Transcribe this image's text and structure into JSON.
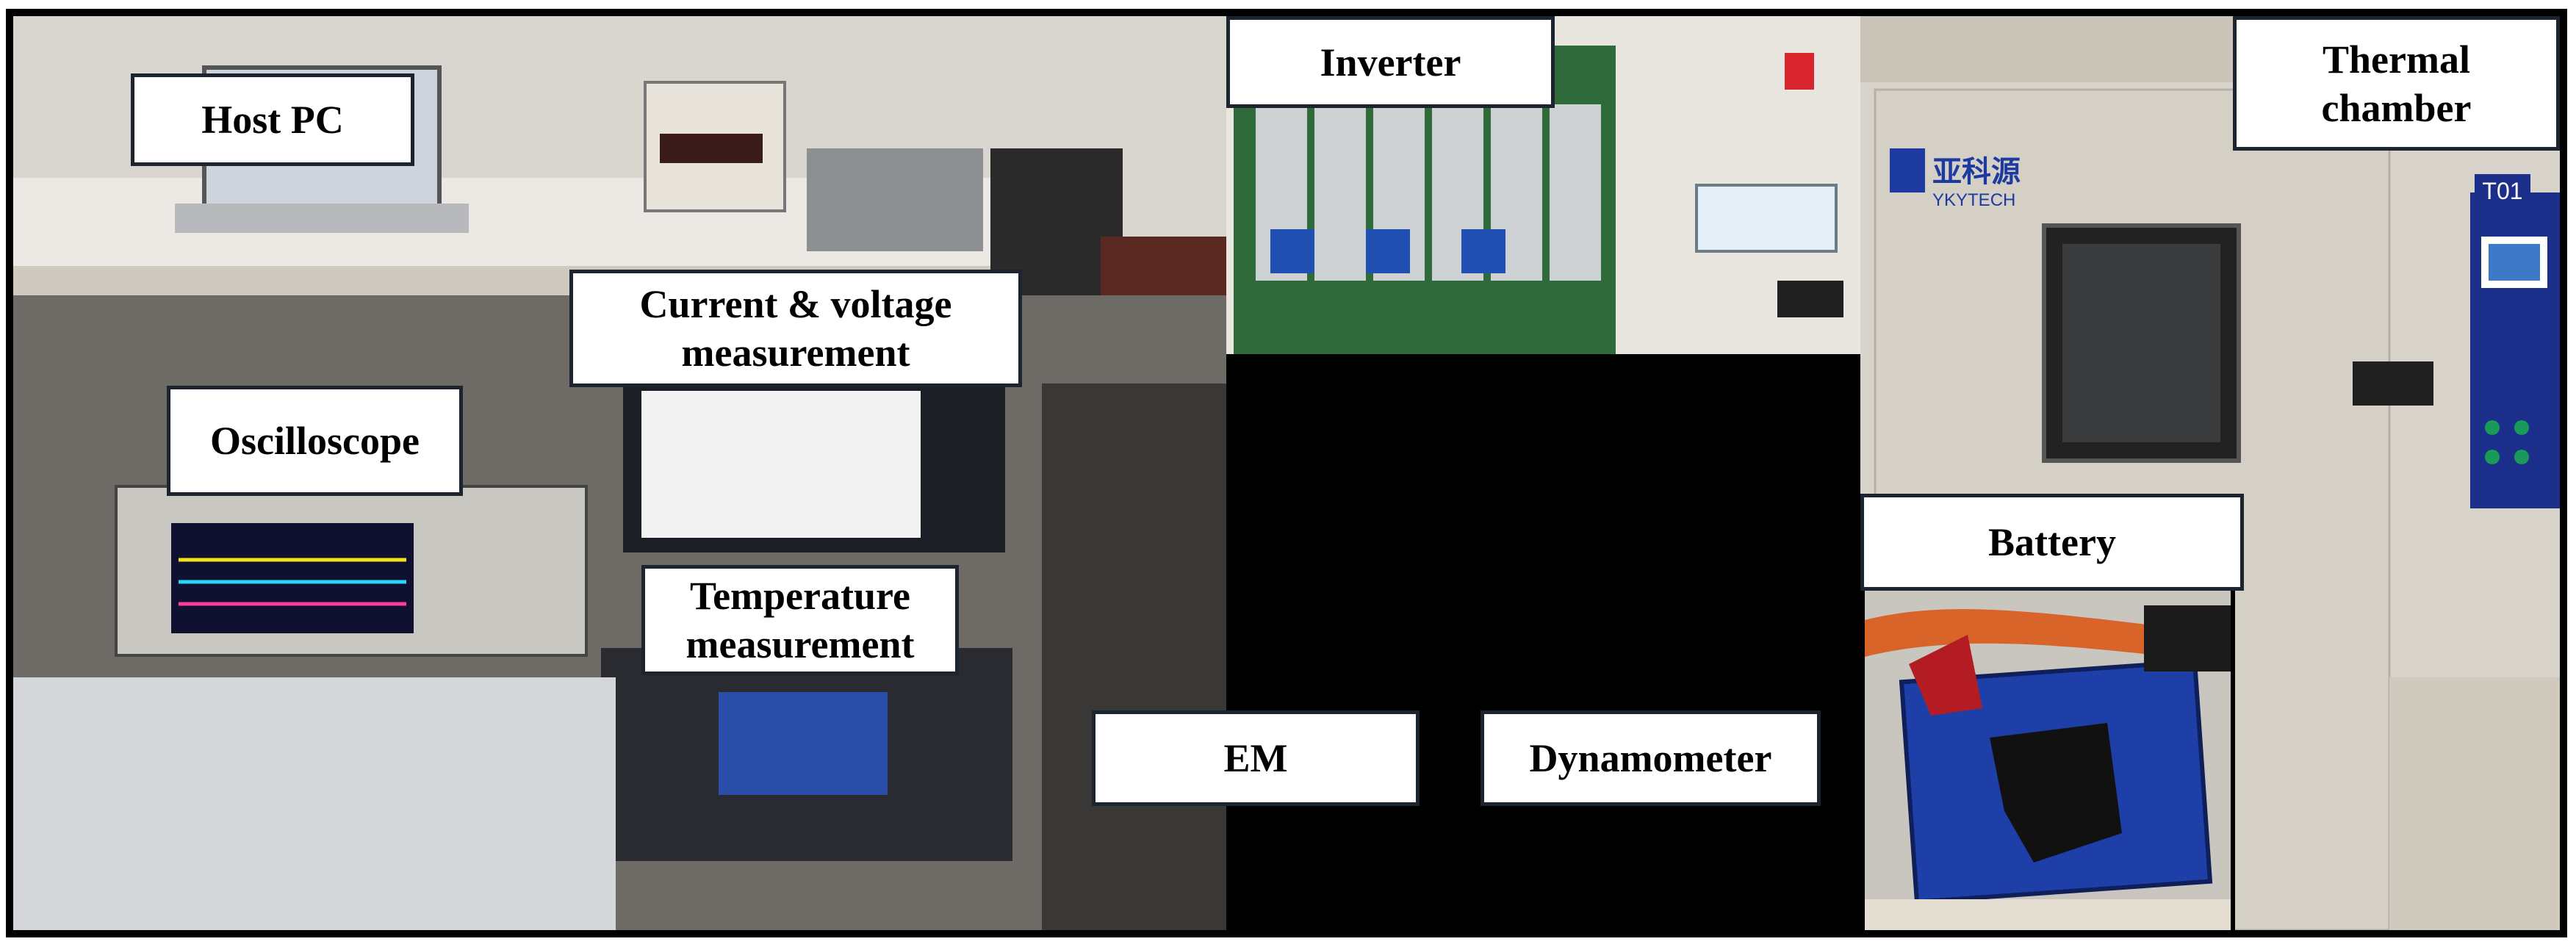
{
  "labels": {
    "host_pc": "Host PC",
    "current_voltage": "Current & voltage\nmeasurement",
    "oscilloscope": "Oscilloscope",
    "temperature": "Temperature\nmeasurement",
    "inverter": "Inverter",
    "em": "EM",
    "dynamometer": "Dynamometer",
    "thermal_chamber": "Thermal\nchamber",
    "battery": "Battery"
  },
  "chamber": {
    "brand_cn": "亚科源",
    "brand_en": "YKYTECH",
    "model_tag": "T01"
  },
  "colors": {
    "frame": "#000000",
    "label_border": "#1c2430",
    "battery_blue": "#1f3fa8",
    "pcb_green": "#2f6b3a",
    "chamber_panel": "#1c2f8a"
  }
}
